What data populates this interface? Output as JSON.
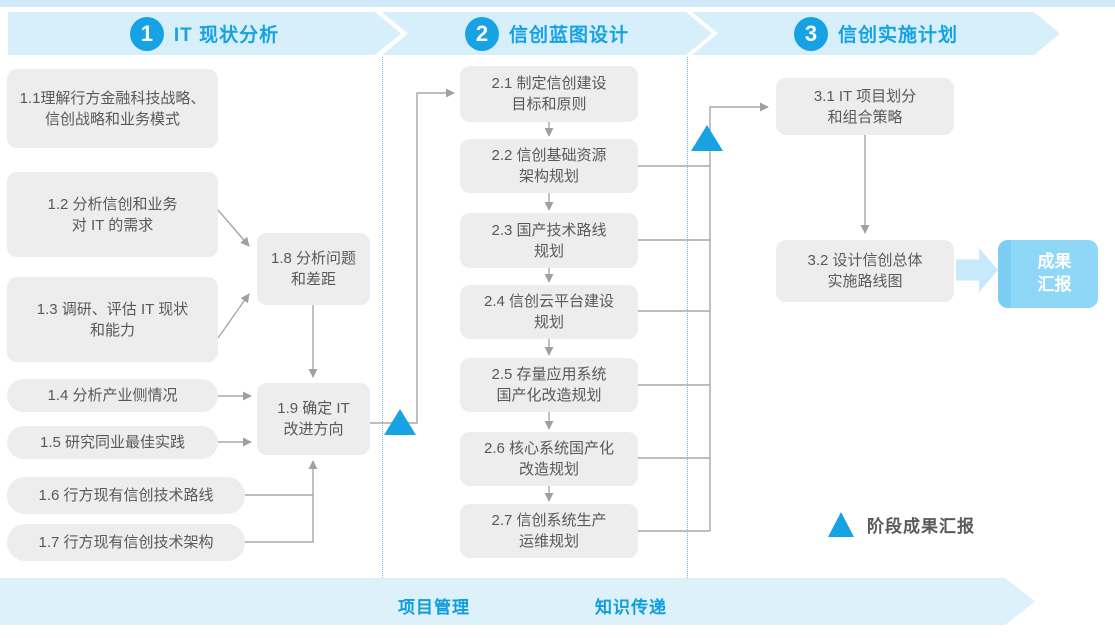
{
  "colors": {
    "accent_blue": "#17a3e3",
    "band_blue": "#d7eefb",
    "node_gray": "#ededee",
    "node_text": "#58595b",
    "wire_gray": "#a5a7aa",
    "report_blue": "#8ed7f7",
    "bar_label_blue": "#0f9ddd"
  },
  "phases": [
    {
      "number": "1",
      "title": "IT 现状分析"
    },
    {
      "number": "2",
      "title": "信创蓝图设计"
    },
    {
      "number": "3",
      "title": "信创实施计划"
    }
  ],
  "nodes": {
    "n1_1": "1.1理解行方金融科技战略、\n信创战略和业务模式",
    "n1_2": "1.2 分析信创和业务\n对 IT 的需求",
    "n1_3": "1.3 调研、评估 IT 现状\n和能力",
    "n1_4": "1.4 分析产业侧情况",
    "n1_5": "1.5 研究同业最佳实践",
    "n1_6": "1.6 行方现有信创技术路线",
    "n1_7": "1.7 行方现有信创技术架构",
    "n1_8": "1.8 分析问题\n和差距",
    "n1_9": "1.9 确定 IT\n改进方向",
    "n2_1": "2.1 制定信创建设\n目标和原则",
    "n2_2": "2.2 信创基础资源\n架构规划",
    "n2_3": "2.3 国产技术路线\n规划",
    "n2_4": "2.4 信创云平台建设\n规划",
    "n2_5": "2.5 存量应用系统\n国产化改造规划",
    "n2_6": "2.6 核心系统国产化\n改造规划",
    "n2_7": "2.7 信创系统生产\n运维规划",
    "n3_1": "3.1 IT 项目划分\n和组合策略",
    "n3_2": "3.2 设计信创总体\n实施路线图"
  },
  "outcome_box": {
    "label": "成果\n汇报"
  },
  "legend": {
    "milestone_label": "阶段成果汇报"
  },
  "bottom_bar": {
    "labels": [
      "项目管理",
      "知识传递"
    ]
  }
}
